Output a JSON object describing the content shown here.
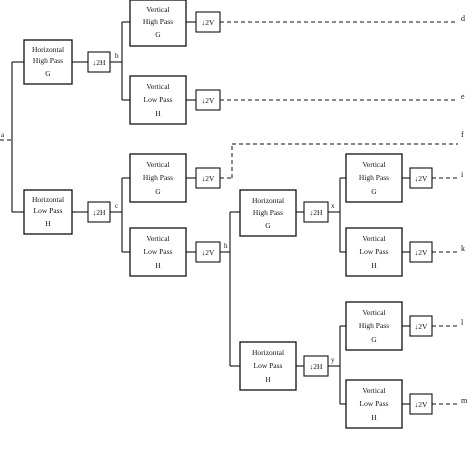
{
  "filters": {
    "h_hp_1": [
      "Horizontal",
      "High Pass",
      "G"
    ],
    "h_lp_1": [
      "Horizontal",
      "Low Pass",
      "H"
    ],
    "v_hp_1": [
      "Vertical",
      "High Pass",
      "G"
    ],
    "v_lp_1": [
      "Vertical",
      "Low Pass",
      "H"
    ],
    "v_hp_2": [
      "Vertical",
      "High Pass",
      "G"
    ],
    "v_lp_2": [
      "Vertical",
      "Low Pass",
      "H"
    ],
    "h_hp_2": [
      "Horizontal",
      "High Pass",
      "G"
    ],
    "h_lp_2": [
      "Horizontal",
      "Low Pass",
      "H"
    ],
    "v_hp_3": [
      "Vertical",
      "High Pass",
      "G"
    ],
    "v_lp_3": [
      "Vertical",
      "Low Pass",
      "H"
    ],
    "v_hp_4": [
      "Vertical",
      "High Pass",
      "G"
    ],
    "v_lp_4": [
      "Vertical",
      "Low Pass",
      "H"
    ]
  },
  "downsamplers": {
    "h1": "↓2H",
    "h2": "↓2H",
    "h3": "↓2H",
    "h4": "↓2H",
    "v1": "↓2V",
    "v2": "↓2V",
    "v3": "↓2V",
    "v4": "↓2V",
    "v5": "↓2V",
    "v6": "↓2V",
    "v7": "↓2V",
    "v8": "↓2V"
  },
  "nodes": {
    "input": "a",
    "b": "b",
    "c": "c",
    "x": "x",
    "h": "h",
    "y": "y"
  },
  "outputs": {
    "d": "d",
    "e": "e",
    "f": "f",
    "i": "i",
    "k": "k",
    "l": "l",
    "m": "m"
  }
}
